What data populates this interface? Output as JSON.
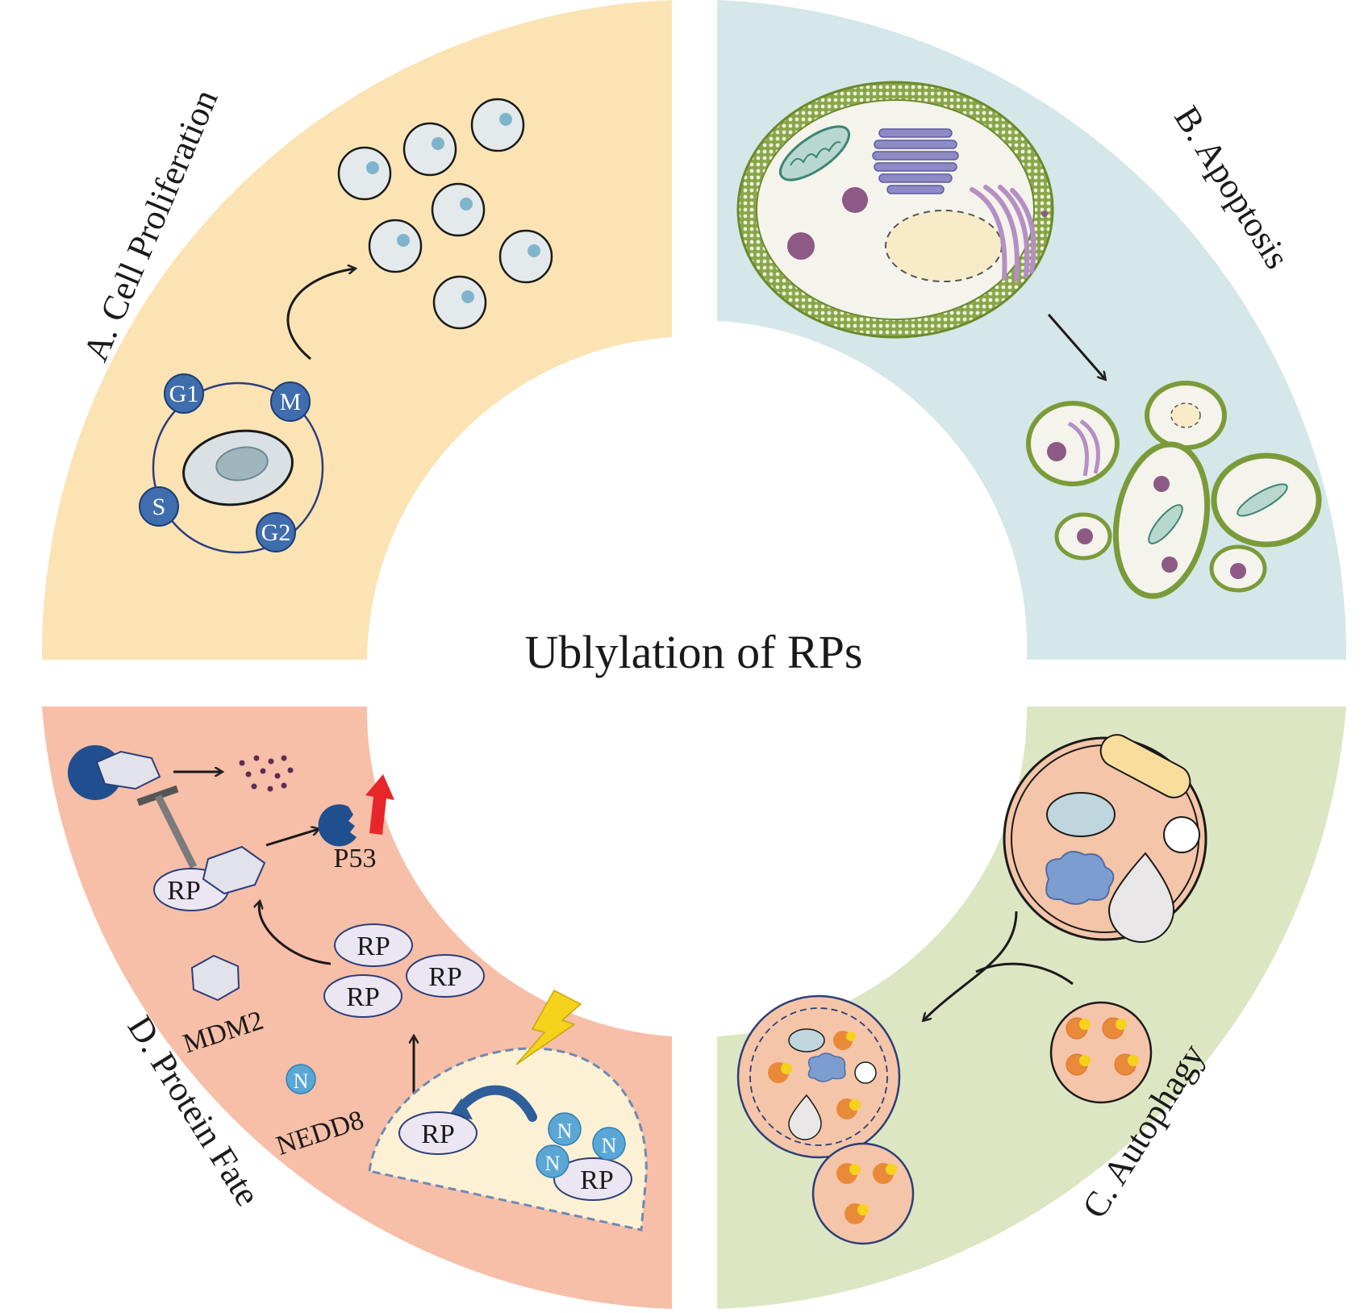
{
  "title": "Ublylation of RPs",
  "panels": {
    "a": {
      "label": "A. Cell Proliferation",
      "color": "#fbe3b4",
      "phases": [
        "G1",
        "M",
        "S",
        "G2"
      ]
    },
    "b": {
      "label": "B. Apoptosis",
      "color": "#d5e7e8"
    },
    "c": {
      "label": "C. Autophagy",
      "color": "#dde6c2"
    },
    "d": {
      "label": "D. Protein Fate",
      "color": "#f7bea8",
      "labels": {
        "rp": "RP",
        "p53": "P53",
        "mdm2": "MDM2",
        "nedd8": "NEDD8",
        "n": "N"
      }
    }
  },
  "colors": {
    "phase_blue": "#3f6dad",
    "membrane_green": "#7b9b3a",
    "organelle_purple": "#8c5a85",
    "arrow": "#222222",
    "up_arrow_red": "#e8262a",
    "lightning": "#f5d21b"
  }
}
